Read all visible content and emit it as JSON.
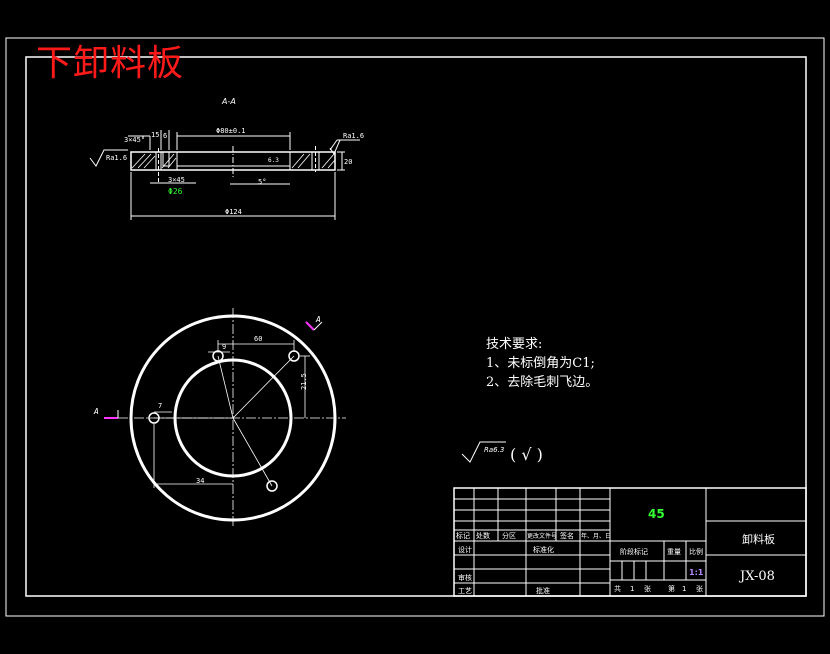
{
  "title": "下卸料板",
  "section": {
    "label": "A-A",
    "chamfer_top": "3×45°",
    "dim_top": "15",
    "dim_6": "6",
    "bore": "Φ80±0.1",
    "ra_left": "Ra1.6",
    "ra_right": "Ra1.6",
    "height": "20",
    "chamfer_bottom": "3×45",
    "cbore": "Φ26",
    "angle": "5°",
    "od": "Φ124",
    "inner_ra": "6.3"
  },
  "plan": {
    "dim_9": "9",
    "dim_60": "60",
    "dim_7": "7",
    "dim_34": "34",
    "dim_21_5": "21.5",
    "section_mark": "A"
  },
  "tech": {
    "heading": "技术要求:",
    "item1": "1、未标倒角为C1;",
    "item2": "2、去除毛刺飞边。"
  },
  "roughness": {
    "value": "Ra6.3",
    "suffix": "( √ )"
  },
  "titleblock": {
    "material": "45",
    "part_name": "卸料板",
    "drawing_no": "JX-08",
    "scale": "1:1",
    "rev_headers": [
      "标记",
      "处数",
      "分区",
      "更改文件号",
      "签名",
      "年、月、日"
    ],
    "design": "设计",
    "standard": "标准化",
    "review": "审核",
    "process": "工艺",
    "approve": "批准",
    "stage": "阶段标记",
    "weight": "重量",
    "ratio": "比例",
    "total": "共",
    "sheets": "张",
    "sheet_no": "第",
    "sheet": "张",
    "one": "1"
  },
  "colors": {
    "line": "#ffffff",
    "title": "#ff1a1a",
    "green": "#33ff33",
    "magenta": "#ff33ff",
    "purple": "#b388ff"
  }
}
